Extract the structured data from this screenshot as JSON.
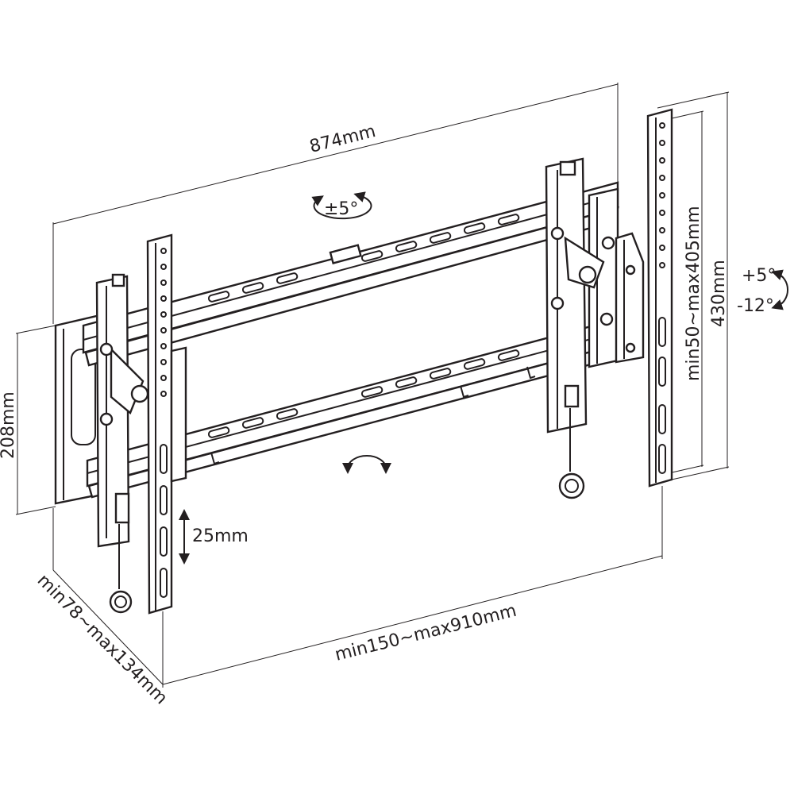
{
  "dimensions": {
    "rail_width": "874mm",
    "tilt_center": "±5°",
    "tilt_up": "+5°",
    "tilt_down": "-12°",
    "total_height": "430mm",
    "vesa_vertical": "min50~max405mm",
    "plate_height": "208mm",
    "adjust_step": "25mm",
    "depth": "min78~max134mm",
    "vesa_horizontal": "min150~max910mm"
  },
  "colors": {
    "line": "#231f20",
    "background": "#ffffff"
  }
}
